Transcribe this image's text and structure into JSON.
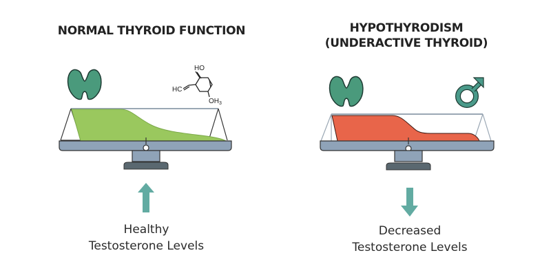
{
  "colors": {
    "thyroid": "#4a9a7c",
    "icon_outline": "#1e3b33",
    "male_symbol": "#4a9a8a",
    "normal_fill": "#9ac85e",
    "hypo_fill": "#e8654a",
    "beam": "#8fa3b8",
    "base": "#5a6870",
    "arrow": "#62aba2",
    "string": "#9aa7b4"
  },
  "panels": [
    {
      "id": "normal",
      "title_lines": [
        "NORMAL THYROID FUNCTION"
      ],
      "icons": [
        "thyroid-icon",
        "molecule-icon"
      ],
      "molecule_labels": {
        "top": "HO",
        "left": "HC",
        "bottom": "OH3"
      },
      "arrow_direction": "up",
      "caption_lines": [
        "Healthy",
        "Testosterone Levels"
      ]
    },
    {
      "id": "hypo",
      "title_lines": [
        "HYPOTHYRODISM",
        "(UNDERACTIVE THYROID)"
      ],
      "icons": [
        "thyroid-icon",
        "male-symbol-icon"
      ],
      "arrow_direction": "down",
      "caption_lines": [
        "Decreased",
        "Testosterone Levels"
      ]
    }
  ]
}
